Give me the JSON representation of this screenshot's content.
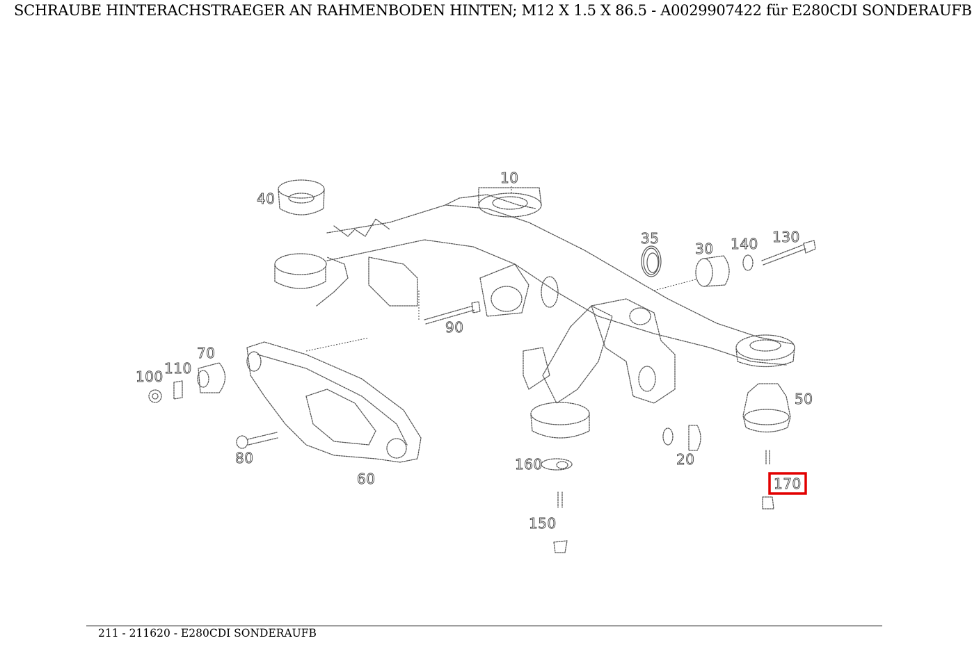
{
  "header": {
    "title": "SCHRAUBE HINTERACHSTRAEGER AN RAHMENBODEN HINTEN; M12 X 1.5 X 86.5 - A0029907422 für E280CDI SONDERAUFB"
  },
  "diagram": {
    "callouts": {
      "c10": "10",
      "c20": "20",
      "c30": "30",
      "c35": "35",
      "c40": "40",
      "c50": "50",
      "c60": "60",
      "c70": "70",
      "c80": "80",
      "c90": "90",
      "c100": "100",
      "c110": "110",
      "c130": "130",
      "c140": "140",
      "c150": "150",
      "c160": "160",
      "c170": "170"
    },
    "selected_part": "170",
    "highlight_color": "#e20000"
  },
  "footer": {
    "text": "211 - 211620 - E280CDI SONDERAUFB"
  }
}
